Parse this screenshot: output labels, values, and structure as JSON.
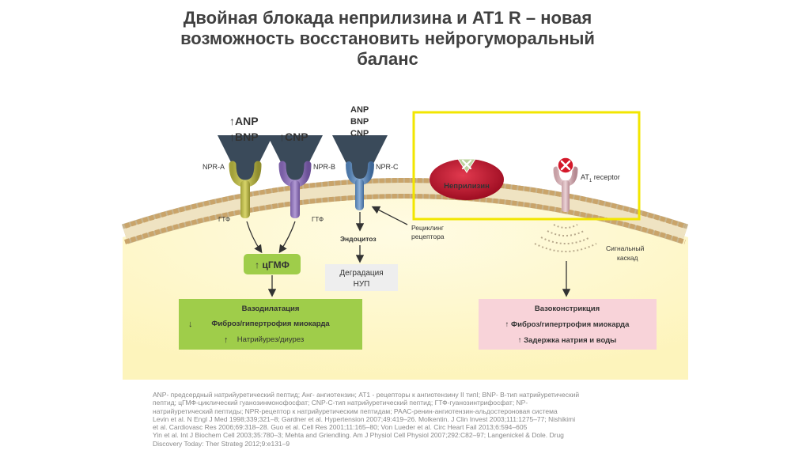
{
  "title": {
    "line1": "Двойная блокада неприлизина и AT1 R – новая",
    "line2": "возможность восстановить нейрогуморальный",
    "line3": "баланс"
  },
  "ligands": {
    "npra_ligand1": "↑ANP",
    "npra_ligand2": "↑BNP",
    "nprb_ligand": "↑CNP",
    "nprc_ligand1": "ANP",
    "nprc_ligand2": "BNP",
    "nprc_ligand3": "CNP"
  },
  "receptors": {
    "npra": "NPR-A",
    "nprb": "NPR-B",
    "nprc": "NPR-C",
    "at1_prefix": "AT",
    "at1_sub": "1",
    "at1_suffix": " receptor"
  },
  "labels": {
    "gtp_a": "ГТФ",
    "gtp_b": "ГТФ",
    "neprilysin": "Неприлизин",
    "recycling1": "Рециклинг",
    "recycling2": "рецептора",
    "endocytosis": "Эндоцитоз",
    "degradation1": "Деградация",
    "degradation2": "НУП",
    "cgmp": "↑ цГМФ",
    "signal1": "Сигнальный",
    "signal2": "каскад"
  },
  "green_box": {
    "line1": "Вазодилатация",
    "line2_arrow": "↓",
    "line2": "Фиброз/гипертрофия миокарда",
    "line3_arrow": "↑",
    "line3": "Натрийурез/диурез"
  },
  "pink_box": {
    "line1": "Вазоконстрикция",
    "line2": "↑  Фиброз/гипертрофия миокарда",
    "line3": "↑ Задержка натрия и воды"
  },
  "references": [
    "ANP- предсердный натрийуретический пептид; Анг- ангиотензин; AT1 - рецепторы к ангиотензину II типI; BNP- B-тип натрийуретический",
    "пептид; цГМФ-циклический гуанозинмонофосфат; CNP-C-тип натрийуретический пептид; ГТФ-гуанозинтрифосфат; NP-",
    "натрийуретический пептиды; NPR-рецептор к натрийуретическим пептидам; РААС-ренин-ангиотензин-альдостероновая система",
    "Levin et al. N Engl J Med 1998;339;321–8; Gardner et al. Hypertension 2007;49:419–26. Molkentin. J Clin Invest 2003;111:1275–77; Nishikimi",
    "et al. Cardiovasc Res 2006;69:318–28. Guo et al. Cell Res 2001;11:165–80; Von Lueder et al. Circ Heart Fail 2013;6:594–605",
    "Yin et al. Int J Biochem Cell 2003;35:780–3; Mehta and Griendling. Am J Physiol Cell Physiol 2007;292:C82–97; Langenickel & Dole. Drug",
    "Discovery Today: Ther Strateg 2012;9:e131–9"
  ],
  "colors": {
    "membrane": "#c9a46a",
    "cytoplasm": "#fdf6c8",
    "highlight": "#f2e600",
    "green_box": "#9fcd4a",
    "pink_box": "#f8d3d9",
    "neprilysin": "#c0102a",
    "nprc_label": "#2f6eb5",
    "at1_label": "#a0201e",
    "pink_text": "#c8334a"
  }
}
